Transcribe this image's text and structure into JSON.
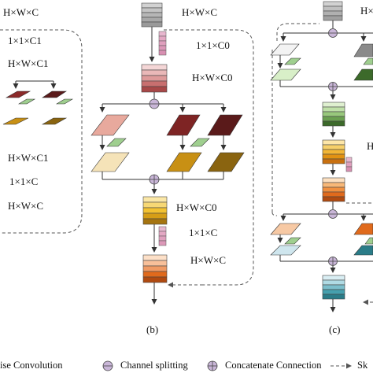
{
  "panel_a": {
    "labels": [
      "H×W×C",
      "1×1×C1",
      "H×W×C1",
      "H×W×C1",
      "1×1×C",
      "H×W×C"
    ]
  },
  "panel_b": {
    "labels": [
      "H×W×C",
      "1×1×C0",
      "H×W×C0",
      "H×W×C0",
      "1×1×C",
      "H×W×C"
    ],
    "caption": "(b)"
  },
  "panel_c": {
    "labels": [
      "H×W×C",
      "H"
    ],
    "caption": "(c)"
  },
  "legend": {
    "items": [
      "ise Convolution",
      "Channel splitting",
      "Concatenate Connection",
      "Sk"
    ]
  },
  "colors": {
    "gray_block": "#b9b9b9",
    "pink_block": "#e8b7b7",
    "salmon": "#e6a99c",
    "dark_red": "#7e2424",
    "maroon": "#5a1a1a",
    "green": "#9fcf8f",
    "cream": "#f5e3b8",
    "ochre": "#c89014",
    "brown": "#8a6410",
    "dark_green": "#3c6a2a",
    "orange": "#e06a1c",
    "teal": "#2a7c88",
    "light_blue": "#cfe6ee",
    "yellow": "#f2c232",
    "splitting_symbol": "#c9b6d8",
    "concat_symbol": "#c9b6d8"
  }
}
